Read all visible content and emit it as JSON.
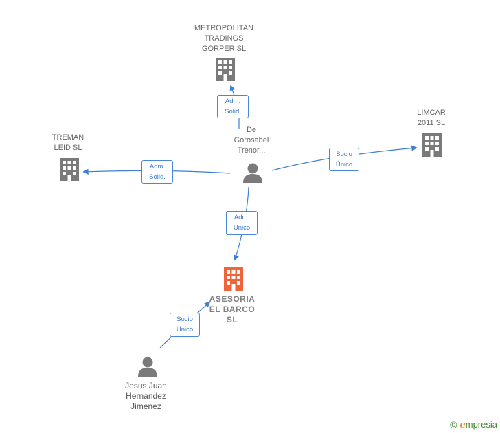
{
  "nodes": {
    "metropolitan": {
      "label": "METROPOLITAN\nTRADINGS\nGORPER  SL",
      "type": "company"
    },
    "limcar": {
      "label": "LIMCAR\n2011 SL",
      "type": "company"
    },
    "treman": {
      "label": "TREMAN\nLEID SL",
      "type": "company"
    },
    "center_person": {
      "label": "De\nGorosabel\nTrenor...",
      "type": "person"
    },
    "asesoria": {
      "label": "ASESORIA\nEL BARCO\nSL",
      "type": "company-highlight"
    },
    "jesus": {
      "label": "Jesus Juan\nHernandez\nJimenez",
      "type": "person"
    }
  },
  "edges": {
    "to_metropolitan": {
      "label": "Adm.\nSolid."
    },
    "to_treman": {
      "label": "Adm.\nSolid."
    },
    "to_limcar": {
      "label": "Socio\nÚnico"
    },
    "to_asesoria": {
      "label": "Adm.\nUnico"
    },
    "jesus_to_asesoria": {
      "label": "Socio\nÚnico"
    }
  },
  "colors": {
    "company": "#7a7a7a",
    "company_highlight": "#f0643a",
    "person": "#7a7a7a",
    "edge": "#3d7fd4"
  },
  "brand": {
    "copyright": "©",
    "initial": "e",
    "name": "mpresia"
  }
}
